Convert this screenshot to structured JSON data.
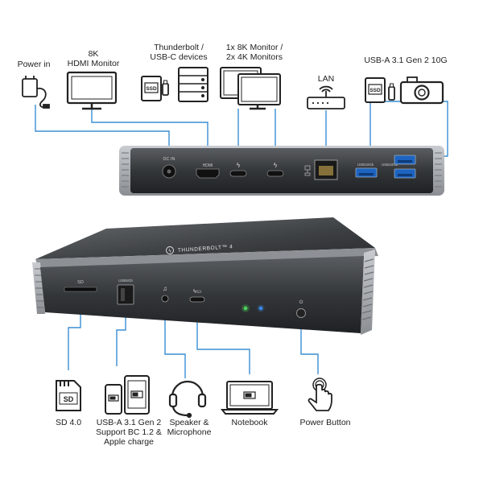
{
  "colors": {
    "connector": "#3a8fd4",
    "accent": "#2e6fb0",
    "device_body": "#2f3134",
    "device_frame": "#a9acb0"
  },
  "rear_panel": {
    "connections": [
      {
        "icon": "power-adapter-icon",
        "lines": [
          "Power in"
        ]
      },
      {
        "icon": "monitor-icon",
        "lines": [
          "8K",
          "HDMI Monitor"
        ]
      },
      {
        "icon": "storage-devices-icon",
        "lines": [
          "Thunderbolt /",
          "USB-C devices"
        ]
      },
      {
        "icon": "dual-monitor-icon",
        "lines": [
          "1x 8K Monitor /",
          "2x 4K Monitors"
        ]
      },
      {
        "icon": "router-icon",
        "lines": [
          "LAN"
        ]
      },
      {
        "icon": "usb-devices-icon",
        "lines": [
          "USB-A 3.1 Gen 2 10G"
        ]
      }
    ],
    "port_labels": {
      "dc_in": "DC IN",
      "hdmi": "HDMI",
      "usb_a_left": "USB10Gb",
      "usb_a_right": "USB10Gb"
    }
  },
  "front_panel": {
    "brand": "THUNDERBOLT™ 4",
    "port_labels": {
      "sd": "SD",
      "usb_a": "USB5Gb"
    },
    "connections": [
      {
        "icon": "sd-card-icon",
        "lines": [
          "SD 4.0"
        ]
      },
      {
        "icon": "phone-tablet-icon",
        "lines": [
          "USB-A 3.1 Gen 2",
          "Support BC 1.2 &",
          "Apple charge"
        ]
      },
      {
        "icon": "headset-icon",
        "lines": [
          "Speaker &",
          "Microphone"
        ]
      },
      {
        "icon": "notebook-icon",
        "lines": [
          "Notebook"
        ]
      },
      {
        "icon": "power-button-hand-icon",
        "lines": [
          "Power Button"
        ]
      }
    ]
  }
}
